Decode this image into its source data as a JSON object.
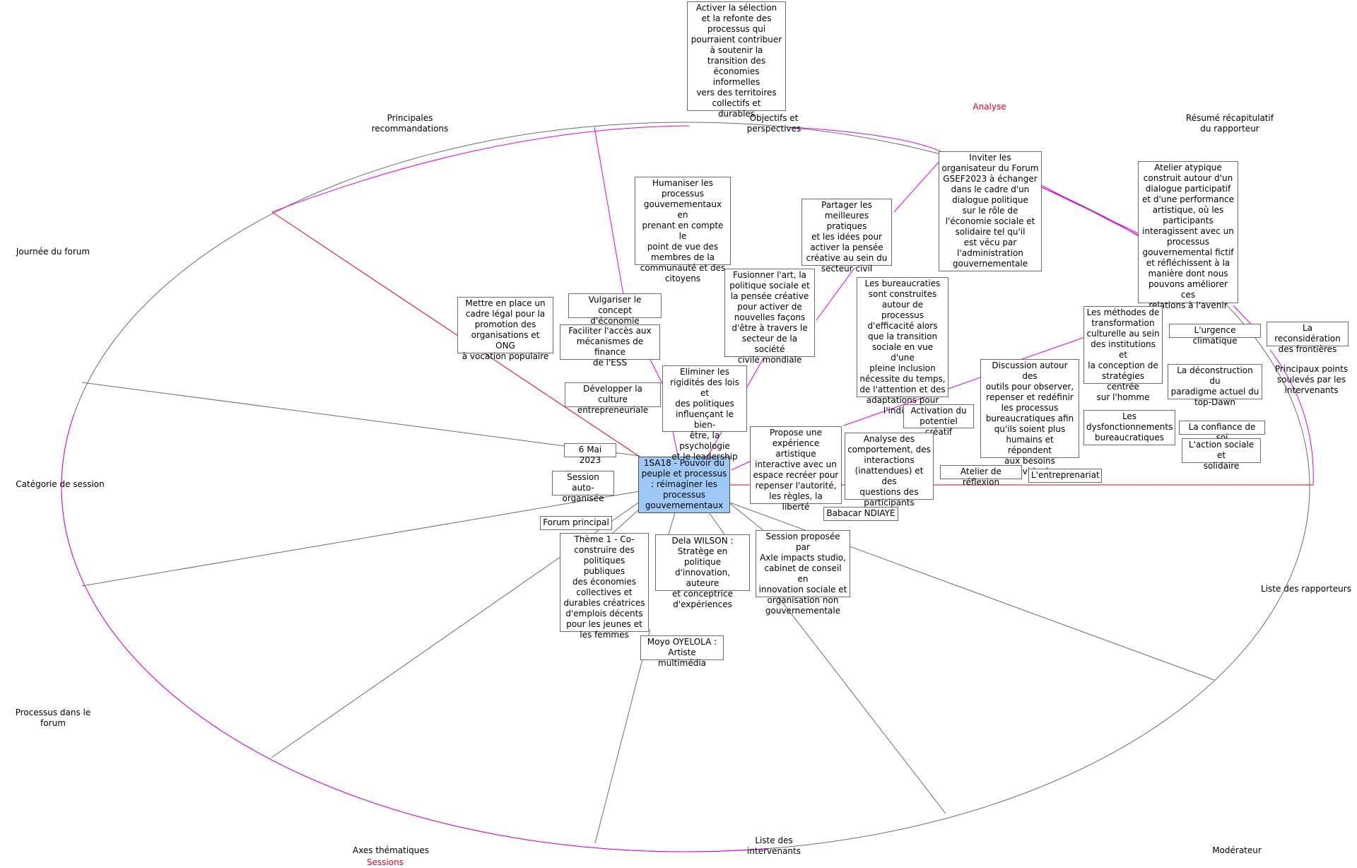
{
  "colors": {
    "line_gray": "#6b6b6b",
    "line_magenta": "#e000e0",
    "line_red": "#e3001b",
    "center_fill": "#9ec8f6",
    "label_red": "#e3001b"
  },
  "center": {
    "text": "1SA18 - Pouvoir du peuple et processus : réimaginer les processus gouvernementaux"
  },
  "sector_labels": {
    "principales_recommandations": "Principales\nrecommandations",
    "objectifs": "Objectifs et\nperspectives",
    "analyse": "Analyse",
    "resume": "Résumé récapitulatif\ndu rapporteur",
    "journee": "Journée du forum",
    "categorie": "Catégorie de session",
    "processus": "Processus dans le\nforum",
    "axes": "Axes thématiques",
    "sessions": "Sessions",
    "intervenants": "Liste des\nintervenants",
    "moderateur": "Modérateur",
    "rapporteurs": "Liste des rapporteurs",
    "points": "Principaux points\nsoulevés par les\nintervenants"
  },
  "nodes": {
    "activer": "Activer la sélection\net la refonte des\nprocessus qui\npourraient contribuer\nà soutenir la\ntransition des\néconomies informelles\nvers des territoires\ncollectifs et\ndurables",
    "humaniser": "Humaniser les\nprocessus\ngouvernementaux en\nprenant en compte le\npoint de vue des\nmembres de la\ncommunauté et des\ncitoyens",
    "partager": "Partager les\nmeilleures pratiques\net les idées pour\nactiver la pensée\ncréative au sein du\nsecteur civil",
    "inviter": "Inviter les\norganisateur du Forum\nGSEF2023 à échanger\ndans le cadre d'un\ndialogue politique\nsur le rôle de\nl'économie sociale et\nsolidaire tel qu'il\nest vécu par\nl'administration\ngouvernementale",
    "atelier_atypique": "Atelier atypique\nconstruit autour d'un\ndialogue participatif\net d'une performance\nartistique, où les\nparticipants\ninteragissent avec un\nprocessus\ngouvernemental fictif\net réfléchissent à la\nmanière dont nous\npouvons améliorer ces\nrelations à l'avenir",
    "mettre": "Mettre en place un\ncadre légal pour la\npromotion des\norganisations et ONG\nà vocation populaire",
    "vulgariser": "Vulgariser le concept\nd'économie circulaire",
    "faciliter": "Faciliter l'accès aux\nmécanismes de finance\nde l'ESS",
    "developper": "Développer la culture\nentrepreneuriale",
    "fusionner": "Fusionner l'art, la\npolitique sociale et\nla pensée créative\npour activer de\nnouvelles façons\nd'être à travers le\nsecteur de la société\ncivile mondiale",
    "eliminer": "Eliminer les\nrigidités des lois et\ndes politiques\ninfluençant le bien-\nêtre, la psychologie\net le leadership",
    "bureaucraties": "Les bureaucraties\nsont construites\nautour de processus\nd'efficacité alors\nque la transition\nsociale en vue d'une\npleine inclusion\nnécessite du temps,\nde l'attention et des\nadaptations pour\nl'individu",
    "methodes": "Les méthodes de\ntransformation\nculturelle au sein\ndes institutions et\nla conception de\nstratégies centrée\nsur l'homme",
    "urgence": "L'urgence climatique",
    "reconsideration": "La reconsidération\ndes frontières",
    "deconstruction": "La déconstruction du\nparadigme actuel du\ntop-Dawn",
    "discussion": "Discussion autour des\noutils pour observer,\nrepenser et redéfinir\nles processus\nbureaucratiques afin\nqu'ils soient plus\nhumains et répondent\naux besoins\nindividuels",
    "activation": "Activation du\npotentiel créatif",
    "dysfonctionnements": "Les\ndysfonctionnements\nbureaucratiques",
    "confiance": "La confiance de soi",
    "action_sociale": "L'action sociale et\nsolidaire",
    "propose": "Propose une\nexpérience artistique\ninteractive avec un\nespace recréer pour\nrepenser l'autorité,\nles règles, la\nliberté",
    "analyse_comp": "Analyse des\ncomportement, des\ninteractions\n(inattendues) et des\nquestions des\nparticipants",
    "atelier_reflexion": "Atelier de réflexion",
    "entreprenariat": "L'entreprenariat",
    "date": "6 Mai 2023",
    "session_auto": "Session auto-\norganisée",
    "forum_principal": "Forum principal",
    "theme": "Thème 1 - Co-\nconstruire des\npolitiques publiques\ndes économies\ncollectives et\ndurables créatrices\nd'emplois décents\npour les jeunes et\nles femmes",
    "dela": "Dela WILSON :\nStratège en politique\nd'innovation, auteure\net conceptrice\nd'expériences",
    "session_proposee": "Session proposée par\nAxle impacts studio,\ncabinet de conseil en\ninnovation sociale et\norganisation non\ngouvernementale",
    "babacar": "Babacar NDIAYE",
    "moyo": "Moyo OYELOLA :\nArtiste multimédia"
  }
}
